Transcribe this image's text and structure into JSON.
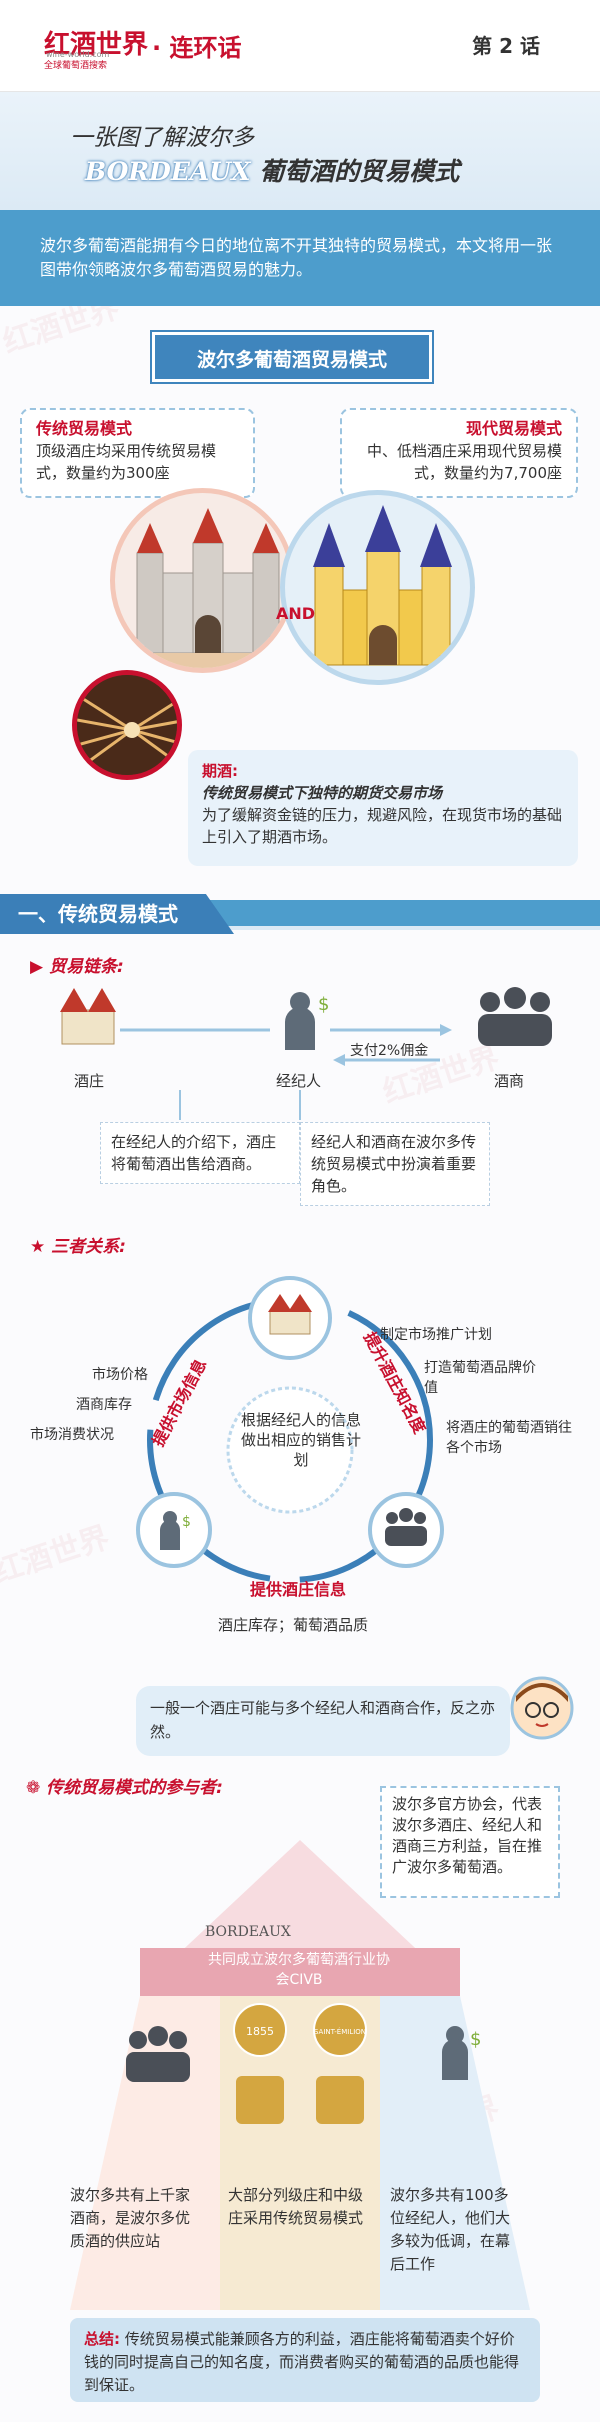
{
  "header": {
    "logo": "红酒世界",
    "logo_url": "wine-world.com",
    "logo_sub": "全球葡萄酒搜索",
    "series": "· 连环话",
    "episode": "第 2 话"
  },
  "title": {
    "line1": "一张图了解波尔多",
    "line2_en": "BORDEAUX",
    "line2_cn": "葡萄酒的贸易模式"
  },
  "intro": "波尔多葡萄酒能拥有今日的地位离不开其独特的贸易模式，本文将用一张图带你领略波尔多葡萄酒贸易的魅力。",
  "overview": {
    "title": "波尔多葡萄酒贸易模式",
    "traditional": {
      "heading": "传统贸易模式",
      "text": "顶级酒庄均采用传统贸易模式，数量约为300座"
    },
    "modern": {
      "heading": "现代贸易模式",
      "text": "中、低档酒庄采用现代贸易模式，数量约为7,700座"
    },
    "and": "AND",
    "futures": {
      "label": "期酒:",
      "line1": "传统贸易模式下独特的期货交易市场",
      "line2": "为了缓解资金链的压力，规避风险，在现货市场的基础上引入了期酒市场。"
    }
  },
  "section1": {
    "title": "一、传统贸易模式",
    "chain": {
      "heading": "贸易链条:",
      "chateau": "酒庄",
      "broker": "经纪人",
      "merchant": "酒商",
      "commission": "支付2%佣金",
      "note1": "在经纪人的介绍下，酒庄将葡萄酒出售给酒商。",
      "note2": "经纪人和酒商在波尔多传统贸易模式中扮演着重要角色。"
    },
    "relation": {
      "heading": "三者关系:",
      "left_items": [
        "市场价格",
        "酒商库存",
        "市场消费状况"
      ],
      "right_items": [
        "制定市场推广计划",
        "打造葡萄酒品牌价值",
        "将酒庄的葡萄酒销往各个市场"
      ],
      "center": "根据经纪人的信息做出相应的销售计划",
      "arc_left": "提供市场信息",
      "arc_right": "提升酒庄知名度",
      "arc_bottom": "提供酒庄信息",
      "bottom_text": "酒庄库存；葡萄酒品质"
    },
    "bubble": "一般一个酒庄可能与多个经纪人和酒商合作，反之亦然。",
    "participants": {
      "heading": "传统贸易模式的参与者:",
      "civb_label": "BORDEAUX",
      "civb_text": "共同成立波尔多葡萄酒行业协会CIVB",
      "note": "波尔多官方协会，代表波尔多酒庄、经纪人和酒商三方利益，旨在推广波尔多葡萄酒。",
      "col1": "波尔多共有上千家酒商，是波尔多优质酒的供应站",
      "col2": "大部分列级庄和中级庄采用传统贸易模式",
      "col3": "波尔多共有100多位经纪人，他们大多较为低调，在幕后工作",
      "badges": [
        "1855",
        "SAINT-ÉMILION"
      ]
    },
    "summary": {
      "label": "总结:",
      "text": "传统贸易模式能兼顾各方的利益，酒庄能将葡萄酒卖个好价钱的同时提高自己的知名度，而消费者购买的葡萄酒的品质也能得到保证。"
    }
  },
  "colors": {
    "red": "#c8102e",
    "blue": "#4d9dcc",
    "dark_blue": "#3b7fb8"
  }
}
